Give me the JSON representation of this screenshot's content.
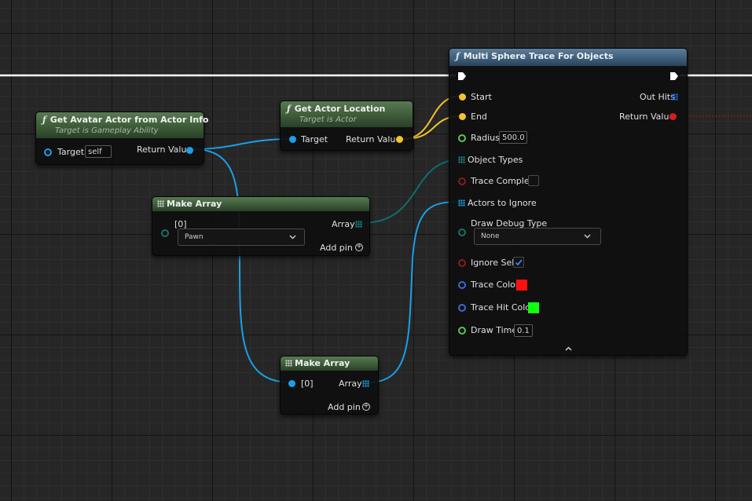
{
  "graph": {
    "colors": {
      "exec_wire": "#ffffff",
      "object_wire": "#1aa0e8",
      "vector_wire": "#f5c32a",
      "object_types_wire": "#0f6c72",
      "trace_color": "#ff1010",
      "trace_hit_color": "#10ff10"
    }
  },
  "nodes": {
    "get_avatar": {
      "title": "Get Avatar Actor from Actor Info",
      "subtitle": "Target is Gameplay Ability",
      "target_label": "Target",
      "target_value": "self",
      "return_label": "Return Value"
    },
    "get_location": {
      "title": "Get Actor Location",
      "subtitle": "Target is Actor",
      "target_label": "Target",
      "return_label": "Return Value"
    },
    "make_array_1": {
      "title": "Make Array",
      "index_label": "[0]",
      "selected_value": "Pawn",
      "array_label": "Array",
      "add_pin_label": "Add pin"
    },
    "make_array_2": {
      "title": "Make Array",
      "index_label": "[0]",
      "array_label": "Array",
      "add_pin_label": "Add pin"
    },
    "multi_sphere": {
      "title": "Multi Sphere Trace For Objects",
      "start_label": "Start",
      "end_label": "End",
      "out_hits_label": "Out Hits",
      "return_label": "Return Value",
      "radius_label": "Radius",
      "radius_value": "500.0",
      "object_types_label": "Object Types",
      "trace_complex_label": "Trace Complex",
      "trace_complex_checked": false,
      "actors_to_ignore_label": "Actors to Ignore",
      "draw_debug_type_label": "Draw Debug Type",
      "draw_debug_type_value": "None",
      "ignore_self_label": "Ignore Self",
      "ignore_self_checked": true,
      "trace_color_label": "Trace Color",
      "trace_hit_color_label": "Trace Hit Color",
      "draw_time_label": "Draw Time",
      "draw_time_value": "0.1"
    }
  }
}
